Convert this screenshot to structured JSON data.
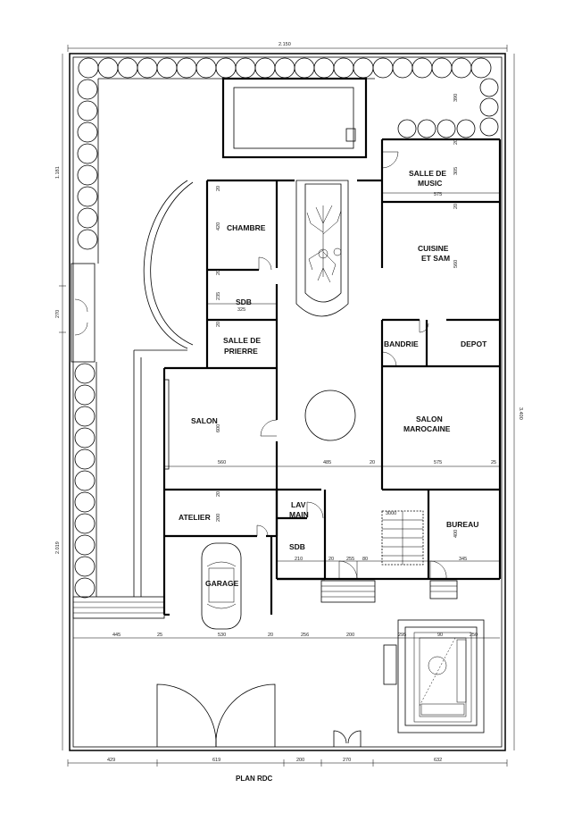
{
  "title": "PLAN RDC",
  "rooms": {
    "chambre": "CHAMBRE",
    "sdb_upper": "SDB",
    "salle_priere_1": "SALLE DE",
    "salle_priere_2": "PRIERRE",
    "salon": "SALON",
    "atelier": "ATELIER",
    "lav_1": "LAV",
    "lav_2": "MAIN",
    "sdb_lower": "SDB",
    "garage": "GARAGE",
    "salle_music_1": "SALLE DE",
    "salle_music_2": "MUSIC",
    "cuisine_1": "CUISINE",
    "cuisine_2": "ET SAM",
    "bandrie": "BANDRIE",
    "depot": "DEPOT",
    "salon_marocaine_1": "SALON",
    "salon_marocaine_2": "MAROCAINE",
    "bureau": "BUREAU"
  },
  "dims": {
    "top_total": "2.150",
    "bottom": [
      "429",
      "619",
      "200",
      "270",
      "632"
    ],
    "mid_row": [
      "445",
      "25",
      "530",
      "20",
      "256",
      "200",
      "295",
      "90",
      "250"
    ],
    "salon_row": [
      "560",
      "485",
      "20",
      "575",
      "25"
    ],
    "left_v": [
      "1.181",
      "270",
      "2.019"
    ],
    "right_v": [
      "3.400"
    ],
    "chambre_v": [
      "20",
      "420",
      "20",
      "235",
      "20",
      "325"
    ],
    "salon_v": [
      "600",
      "20"
    ],
    "atelier_v": [
      "200"
    ],
    "music_v": [
      "390",
      "20",
      "305",
      "575",
      "20"
    ],
    "cuisine_v": [
      "560"
    ],
    "lower_mid": [
      "210",
      "20",
      "255",
      "80"
    ],
    "bureau_v": [
      "400",
      "345"
    ],
    "stairs": "3000"
  }
}
